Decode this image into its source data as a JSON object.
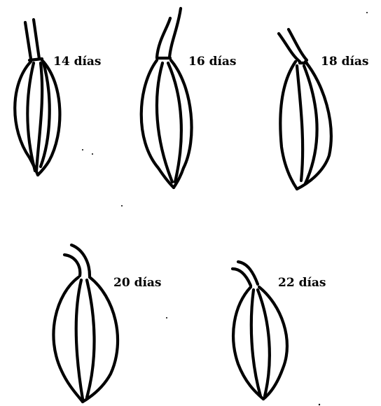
{
  "labels": [
    "14 días",
    "16 días",
    "18 días",
    "20 días",
    "22 días"
  ]
}
